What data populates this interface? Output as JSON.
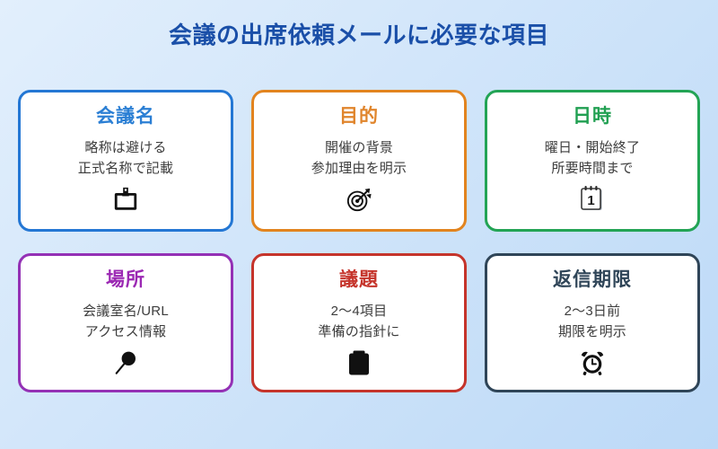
{
  "page": {
    "title": "会議の出席依頼メールに必要な項目",
    "background_start": "#e2effc",
    "background_end": "#bcd9f7",
    "title_color": "#1a4fa8"
  },
  "cards": [
    {
      "id": "meeting-name",
      "title": "会議名",
      "line1": "略称は避ける",
      "line2": "正式名称で記載",
      "icon": "name-badge-icon",
      "border_color": "#2477d4",
      "title_color": "#2b7fd4"
    },
    {
      "id": "purpose",
      "title": "目的",
      "line1": "開催の背景",
      "line2": "参加理由を明示",
      "icon": "dart-target-icon",
      "border_color": "#e2841f",
      "title_color": "#e0852c"
    },
    {
      "id": "datetime",
      "title": "日時",
      "line1": "曜日・開始終了",
      "line2": "所要時間まで",
      "icon": "calendar-icon",
      "icon_day": "1",
      "border_color": "#23a455",
      "title_color": "#21a052"
    },
    {
      "id": "location",
      "title": "場所",
      "line1": "会議室名/URL",
      "line2": "アクセス情報",
      "icon": "pushpin-icon",
      "border_color": "#9431b5",
      "title_color": "#9b28b3"
    },
    {
      "id": "agenda",
      "title": "議題",
      "line1": "2〜4項目",
      "line2": "準備の指針に",
      "icon": "clipboard-icon",
      "border_color": "#c5342b",
      "title_color": "#c5342b"
    },
    {
      "id": "reply-deadline",
      "title": "返信期限",
      "line1": "2〜3日前",
      "line2": "期限を明示",
      "icon": "alarm-clock-icon",
      "border_color": "#2f4558",
      "title_color": "#2f4558"
    }
  ]
}
